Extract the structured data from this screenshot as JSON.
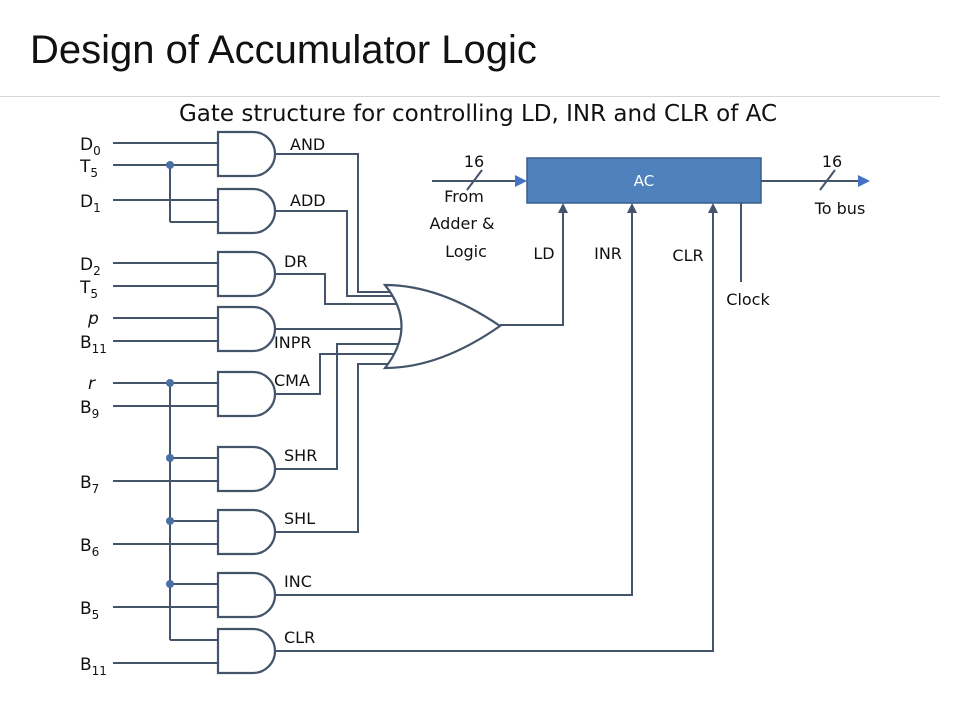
{
  "slide": {
    "title": "Design of Accumulator Logic",
    "subtitle": "Gate structure for controlling LD, INR and CLR of AC"
  },
  "inputs": [
    {
      "label": "D",
      "sub": "0",
      "italic": false
    },
    {
      "label": "T",
      "sub": "5",
      "italic": false
    },
    {
      "label": "D",
      "sub": "1",
      "italic": false
    },
    {
      "label": "D",
      "sub": "2",
      "italic": false
    },
    {
      "label": "T",
      "sub": "5",
      "italic": false
    },
    {
      "label": "p",
      "sub": "",
      "italic": true
    },
    {
      "label": "B",
      "sub": "11",
      "italic": false
    },
    {
      "label": "r",
      "sub": "",
      "italic": true
    },
    {
      "label": "B",
      "sub": "9",
      "italic": false
    },
    {
      "label": "B",
      "sub": "7",
      "italic": false
    },
    {
      "label": "B",
      "sub": "6",
      "italic": false
    },
    {
      "label": "B",
      "sub": "5",
      "italic": false
    },
    {
      "label": "B",
      "sub": "11",
      "italic": false
    }
  ],
  "gate_outputs": [
    "AND",
    "ADD",
    "DR",
    "INPR",
    "CMA",
    "SHR",
    "SHL",
    "INC",
    "CLR"
  ],
  "register": {
    "name": "AC",
    "fill": "#4f81bd",
    "stroke": "#385d8a"
  },
  "bus_in_width": "16",
  "bus_out_width": "16",
  "bus_in_label": [
    "From",
    "Adder &",
    "Logic"
  ],
  "bus_out_label": "To bus",
  "controls": {
    "ld": "LD",
    "inr": "INR",
    "clr": "CLR",
    "clock": "Clock"
  },
  "colors": {
    "wire": "#44546a",
    "junction": "#4a6fa5"
  }
}
